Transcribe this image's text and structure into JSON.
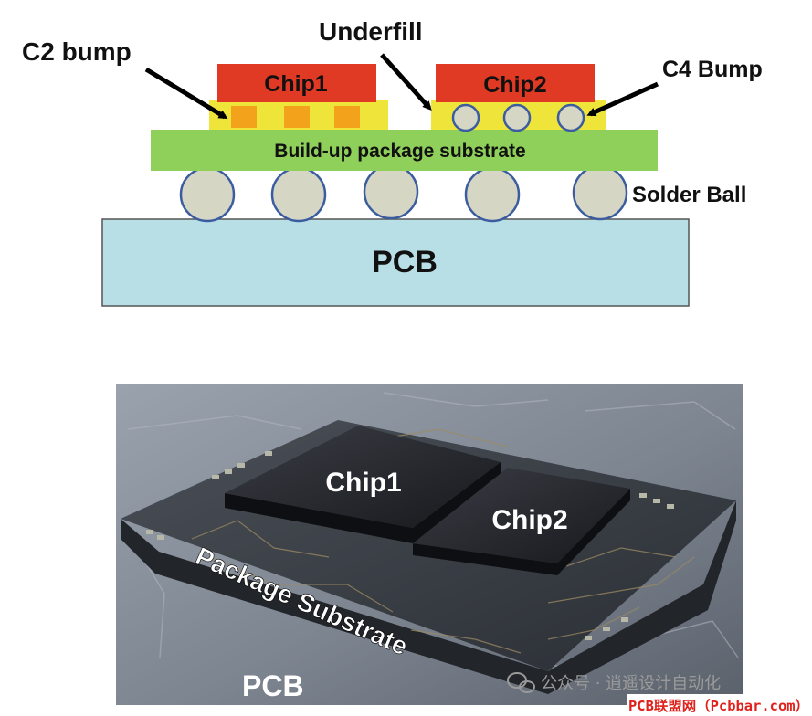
{
  "diagram": {
    "labels": {
      "c2_bump": "C2 bump",
      "underfill": "Underfill",
      "chip1": "Chip1",
      "chip2": "Chip2",
      "c4_bump": "C4 Bump",
      "substrate": "Build-up package substrate",
      "solder_ball": "Solder Ball",
      "pcb": "PCB"
    },
    "colors": {
      "chip": "#e03a25",
      "underfill": "#efe53a",
      "c2_bump": "#f2a31b",
      "bump_ball": "#d6d6c4",
      "bump_outline": "#3b5da0",
      "substrate": "#8fd05a",
      "pcb": "#b9dfe6"
    }
  },
  "photo": {
    "labels": {
      "chip1": "Chip1",
      "chip2": "Chip2",
      "package_substrate": "Package Substrate",
      "pcb": "PCB"
    }
  },
  "watermark": {
    "text": "公众号 · 逍遥设计自动化",
    "site": "PCB联盟网（Pcbbar.com）",
    "icon": "wechat-icon"
  }
}
